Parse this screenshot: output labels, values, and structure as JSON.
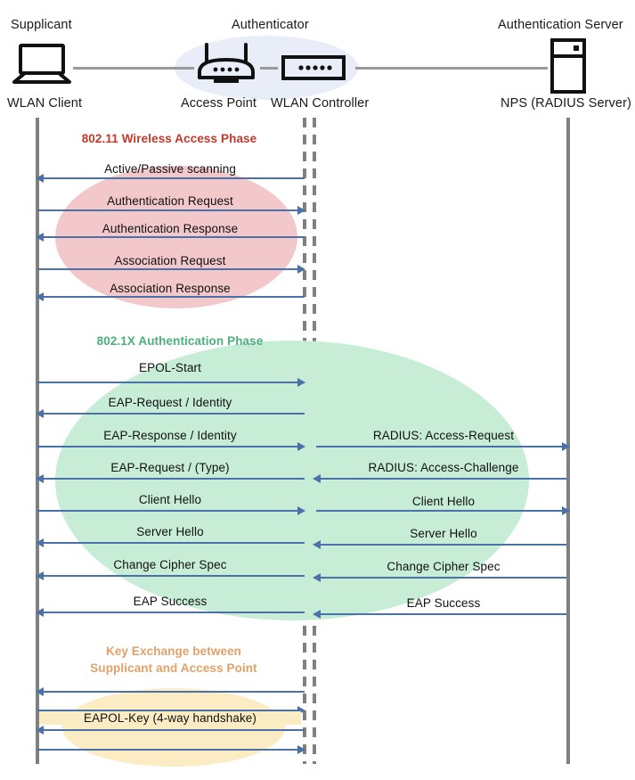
{
  "diagram": {
    "title": "802.1X / WPA2-Enterprise WLAN authentication sequence",
    "colors": {
      "arrow": "#4a72a8",
      "lifeline": "#808080",
      "phase_red": "#c0392b",
      "phase_green": "#4caf7d",
      "phase_orange": "#e2a168",
      "blob_pink": "#f3c8cb",
      "blob_green": "#c8edd7",
      "blob_yellow": "#fcecc4",
      "authenticator_blob": "#e8edf7",
      "wire": "#9a9a9a"
    }
  },
  "roles": {
    "supplicant": "Supplicant",
    "authenticator": "Authenticator",
    "authentication_server": "Authentication Server"
  },
  "nodes": [
    {
      "key": "wlan-client",
      "caption": "WLAN Client",
      "icon": "laptop-icon"
    },
    {
      "key": "access-point",
      "caption": "Access Point",
      "icon": "wireless-router-icon"
    },
    {
      "key": "wlan-controller",
      "caption": "WLAN Controller",
      "icon": "network-switch-icon"
    },
    {
      "key": "nps-server",
      "caption": "NPS (RADIUS Server)",
      "icon": "server-tower-icon"
    }
  ],
  "phases": [
    {
      "key": "wireless-access",
      "title": "802.11 Wireless Access Phase",
      "color": "#c0392b"
    },
    {
      "key": "dot1x-authentication",
      "title": "802.1X Authentication Phase",
      "color": "#4caf7d"
    },
    {
      "key": "key-exchange",
      "title": "Key Exchange between\nSupplicant and Access Point",
      "color": "#e2a168"
    }
  ],
  "messages": {
    "wireless_access": [
      {
        "label": "Active/Passive scanning",
        "direction": "left",
        "side": "left"
      },
      {
        "label": "Authentication Request",
        "direction": "right",
        "side": "left"
      },
      {
        "label": "Authentication Response",
        "direction": "left",
        "side": "left"
      },
      {
        "label": "Association Request",
        "direction": "right",
        "side": "left"
      },
      {
        "label": "Association Response",
        "direction": "left",
        "side": "left"
      }
    ],
    "dot1x_left": [
      {
        "label": "EPOL-Start",
        "direction": "right"
      },
      {
        "label": "EAP-Request / Identity",
        "direction": "left"
      },
      {
        "label": "EAP-Response / Identity",
        "direction": "right"
      },
      {
        "label": "EAP-Request / (Type)",
        "direction": "left"
      },
      {
        "label": "Client Hello",
        "direction": "right"
      },
      {
        "label": "Server Hello",
        "direction": "left"
      },
      {
        "label": "Change Cipher Spec",
        "direction": "left"
      },
      {
        "label": "EAP Success",
        "direction": "left"
      }
    ],
    "dot1x_right": [
      {
        "label": "",
        "direction": "none"
      },
      {
        "label": "",
        "direction": "none"
      },
      {
        "label": "RADIUS: Access-Request",
        "direction": "right"
      },
      {
        "label": "RADIUS: Access-Challenge",
        "direction": "left"
      },
      {
        "label": "Client Hello",
        "direction": "right"
      },
      {
        "label": "Server Hello",
        "direction": "left"
      },
      {
        "label": "Change Cipher Spec",
        "direction": "left"
      },
      {
        "label": "EAP Success",
        "direction": "left"
      }
    ],
    "key_exchange": [
      {
        "label": "",
        "direction": "left"
      },
      {
        "label": "",
        "direction": "right"
      },
      {
        "label": "EAPOL-Key (4-way handshake)",
        "direction": "left"
      },
      {
        "label": "",
        "direction": "right"
      }
    ]
  }
}
